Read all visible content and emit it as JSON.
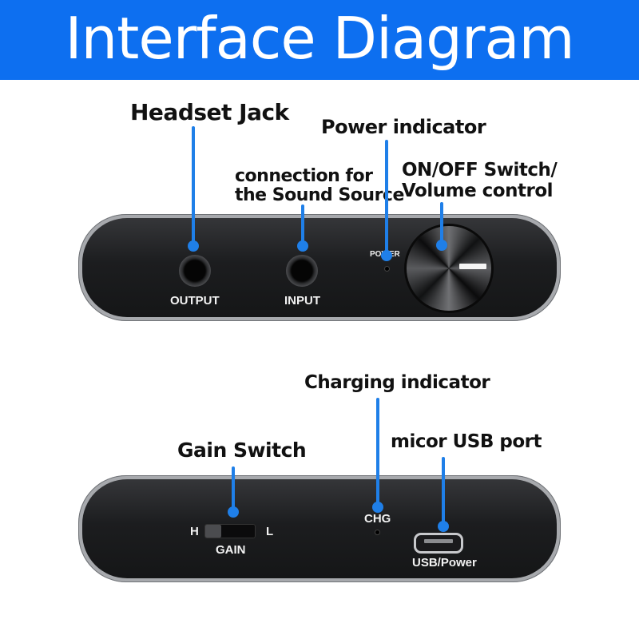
{
  "title": "Interface Diagram",
  "callouts": {
    "headset_jack": "Headset Jack",
    "power_indicator": "Power indicator",
    "sound_source_line1": "connection for",
    "sound_source_line2": "the Sound Source",
    "onoff_line1": "ON/OFF Switch/",
    "onoff_line2": "Volume control",
    "charging_indicator": "Charging indicator",
    "usb_port": "micor USB port",
    "gain_switch": "Gain Switch"
  },
  "top_panel": {
    "output_label": "OUTPUT",
    "input_label": "INPUT",
    "power_label": "POWER"
  },
  "bottom_panel": {
    "gain_h": "H",
    "gain_l": "L",
    "gain_label": "GAIN",
    "chg_label": "CHG",
    "usb_label": "USB/Power"
  },
  "colors": {
    "banner": "#0d6ff0",
    "leader": "#1f7fe8"
  }
}
